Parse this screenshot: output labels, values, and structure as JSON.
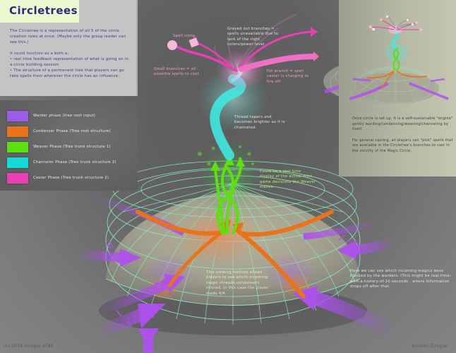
{
  "title": "Circletrees",
  "intro": {
    "paragraph1": "The Circletree is a representation of all 5 of the circle creation roles at once.  (Maybe only the group leader can see this.)",
    "paragraph2": "It could function as a both a:",
    "bullets": [
      "• real time feedback representation of what is going on in a circle building session",
      "• The structure of a permanent tree that players can go take spells from wherever the circle has an influence."
    ]
  },
  "legend": {
    "items": [
      {
        "label": "Warder phase (tree root input)",
        "color": "#9b5de5"
      },
      {
        "label": "Condenser Phase (Tree root structure)",
        "color": "#e8731a"
      },
      {
        "label": "Weaver Phase (Tree trunk structure 1)",
        "color": "#5ee010"
      },
      {
        "label": "Channeler Phase (Tree trunk structure 2)",
        "color": "#12dad6"
      },
      {
        "label": "Caster Phase (Tree trunk structure 2)",
        "color": "#e840b4"
      }
    ]
  },
  "annotations": {
    "spell_icons": "Spell icons",
    "grayed_out": "Grayed out branches = spells unavailable due to lack of the right colors/power level",
    "small_branches": "Small branches = all possible spells to cast",
    "fat_branch": "Fat branch = spell caster is charging to fire off",
    "thread_tapers": "Thread tapers and becomes brighter as it is channeled.",
    "weaver_display": "Could be a real time display of the actual mini-game decisions the Weaver makes.",
    "viewing_method": "This viewing method allows players to see which incoming magic threads condensers missed.  In this case the player made 4/4.",
    "warders_blocked": "Here we can see which incoming magics were blocked by the warders. (This might be real-time-with-a-history-of-10-seconds , where information drops off after that."
  },
  "preview": {
    "paragraph1": "Once circle is set up, it is a self-sustainable \"engine\" gently warding/condensing/weaving/channeling by itself.",
    "paragraph2": "For general casting, all players can \"pick\" spells that are available in the Circletree's branches to cast in the vicinity of the Magic Circle."
  },
  "footer": {
    "copyright": "(c) 2016 Google ATAP",
    "author": "Kirsten Zirngibl"
  },
  "colors": {
    "warder": "#9b5de5",
    "condenser": "#e8731a",
    "weaver": "#5ee010",
    "channeler": "#12dad6",
    "caster": "#e840b4",
    "grid": "#8ee8c0",
    "title_bg": "#eef8d0",
    "title_text": "#2b2a7a"
  }
}
